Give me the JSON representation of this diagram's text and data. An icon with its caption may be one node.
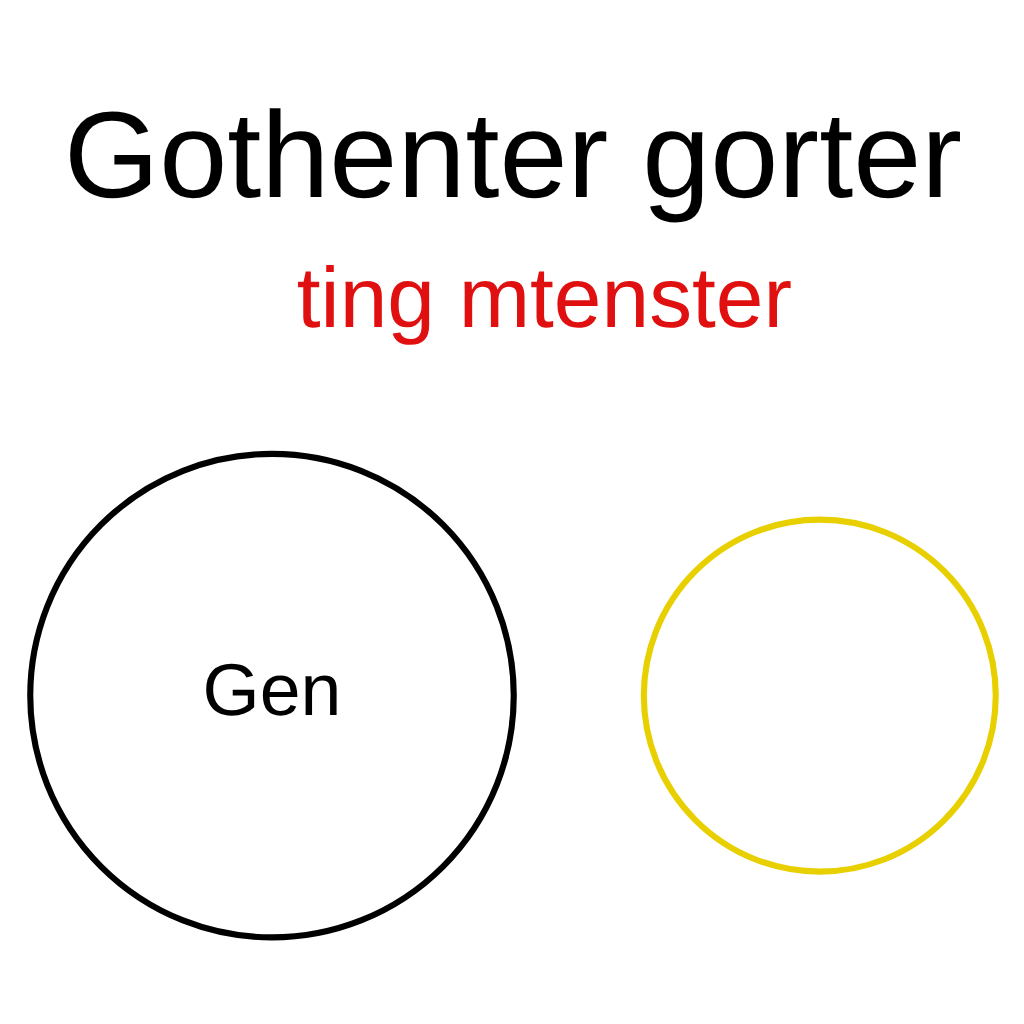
{
  "diagram": {
    "title": "Gothenter gorter",
    "nodes": [
      {
        "text": [
          "Gen"
        ]
      },
      {
        "text": [],
        "shape": "circle"
      }
    ],
    "labels": [
      "ting mtenster"
    ]
  }
}
